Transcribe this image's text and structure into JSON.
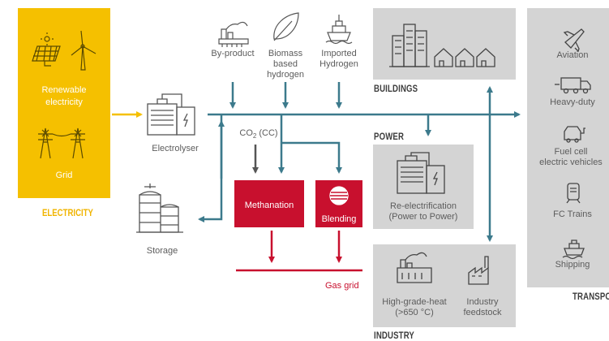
{
  "electricity": {
    "heading": "ELECTRICITY",
    "renewable": "Renewable\nelectricity",
    "grid": "Grid"
  },
  "sources": {
    "byproduct": "By-product",
    "biomass": "Biomass\nbased\nhydrogen",
    "imported": "Imported\nHydrogen"
  },
  "nodes": {
    "electrolyser": "Electrolyser",
    "storage": "Storage",
    "co2": "CO",
    "co2_sub": "2",
    "co2_tail": " (CC)",
    "methanation": "Methanation",
    "blending": "Blending",
    "gas_grid": "Gas grid"
  },
  "buildings": {
    "heading": "BUILDINGS"
  },
  "power": {
    "heading": "POWER",
    "reelectrification": "Re-electrification\n(Power to Power)"
  },
  "industry": {
    "heading": "INDUSTRY",
    "high_heat": "High-grade-heat\n(>650 °C)",
    "feedstock": "Industry\nfeedstock"
  },
  "transport": {
    "heading": "TRANSPO",
    "aviation": "Aviation",
    "heavy": "Heavy-duty",
    "fuelcell": "Fuel cell\nelectric vehicles",
    "trains": "FC Trains",
    "shipping": "Shipping"
  },
  "colors": {
    "yellow": "#f5c000",
    "teal": "#3c7a8c",
    "red": "#c8102e",
    "grey_panel": "#d4d4d4"
  }
}
